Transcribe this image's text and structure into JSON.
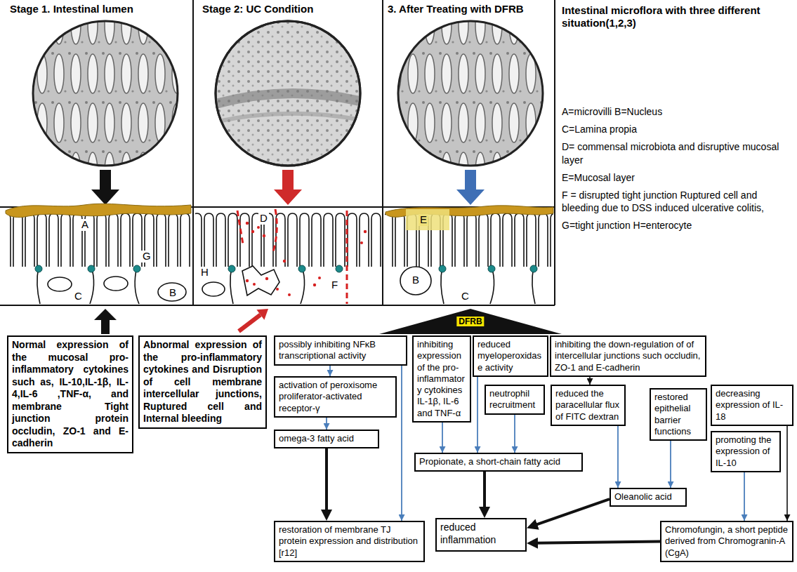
{
  "diagram": {
    "title": "Intestinal microflora with three different situation(1,2,3)",
    "nodes": [
      {
        "text": [
          "Normal expression of the mucosal pro-inflammatory cytokines such as, IL-10,IL-1β, IL-4,IL-6 ,TNF-α, and membrane Tight junction protein occludin, ZO-1 and E-cadherin"
        ]
      },
      {
        "text": [
          "Abnormal expression of the pro-inflammatory cytokines and Disruption of cell membrane intercellular junctions, Ruptured cell and Internal bleeding"
        ]
      },
      {
        "text": [
          "DFRB"
        ]
      },
      {
        "text": [
          "possibly inhibiting NFκB transcriptional activity"
        ]
      },
      {
        "text": [
          "activation of peroxisome proliferator-activated receptor-γ"
        ]
      },
      {
        "text": [
          "omega-3 fatty acid"
        ]
      },
      {
        "text": [
          "restoration of membrane TJ protein expression and distribution [r12]"
        ]
      },
      {
        "text": [
          "inhibiting expression of the pro-inflammatory cytokines IL-1β, IL-6 and TNF-α"
        ]
      },
      {
        "text": [
          "reduced myeloperoxidase activity"
        ]
      },
      {
        "text": [
          "neutrophil recruitment"
        ]
      },
      {
        "text": [
          "Propionate, a short-chain fatty acid"
        ]
      },
      {
        "text": [
          "inhibiting the down-regulation of of intercellular junctions such occludin, ZO-1 and E-cadherin"
        ]
      },
      {
        "text": [
          "reduced the paracellular flux of FITC dextran"
        ]
      },
      {
        "text": [
          "restored epithelial barrier functions"
        ]
      },
      {
        "text": [
          "decreasing expression of IL-18"
        ]
      },
      {
        "text": [
          "promoting the expression of IL-10"
        ]
      },
      {
        "text": [
          "Oleanolic acid"
        ]
      },
      {
        "text": [
          "Chromofungin, a short peptide derived from Chromogranin-A (CgA)"
        ]
      },
      {
        "text": [
          "reduced inflammation"
        ]
      }
    ],
    "edges": [
      {
        "from": 3,
        "to": 4,
        "arrow": "to"
      },
      {
        "from": 4,
        "to": 5,
        "arrow": "to"
      },
      {
        "from": 3,
        "to": 6,
        "arrow": "to"
      },
      {
        "from": 5,
        "to": 6,
        "arrow": "to"
      },
      {
        "from": 7,
        "to": 10,
        "arrow": "to"
      },
      {
        "from": 8,
        "to": 10,
        "arrow": "to"
      },
      {
        "from": 9,
        "to": 10,
        "arrow": "to"
      },
      {
        "from": 11,
        "to": 12,
        "arrow": "to"
      },
      {
        "from": 12,
        "to": 16,
        "arrow": "to"
      },
      {
        "from": 13,
        "to": 16,
        "arrow": "to"
      },
      {
        "from": 14,
        "to": 17,
        "arrow": "to"
      },
      {
        "from": 15,
        "to": 17,
        "arrow": "to"
      },
      {
        "from": 10,
        "to": 18,
        "arrow": "to"
      },
      {
        "from": 16,
        "to": 18,
        "arrow": "to"
      },
      {
        "from": 17,
        "to": 18,
        "arrow": "to"
      }
    ],
    "labels": [
      "Stage 1. Intestinal lumen",
      "Stage 2: UC Condition",
      "3. After Treating with DFRB",
      "A=microvilli B=Nucleus",
      "C=Lamina propia",
      "D= commensal microbiota and disruptive mucosal layer",
      "E=Mucosal layer",
      "F = disrupted tight junction Ruptured cell and bleeding due to DSS induced ulcerative colitis,",
      "G=tight junction H=enterocyte",
      "A",
      "G",
      "C",
      "B",
      "D",
      "H",
      "F",
      "E",
      "B",
      "C"
    ]
  }
}
